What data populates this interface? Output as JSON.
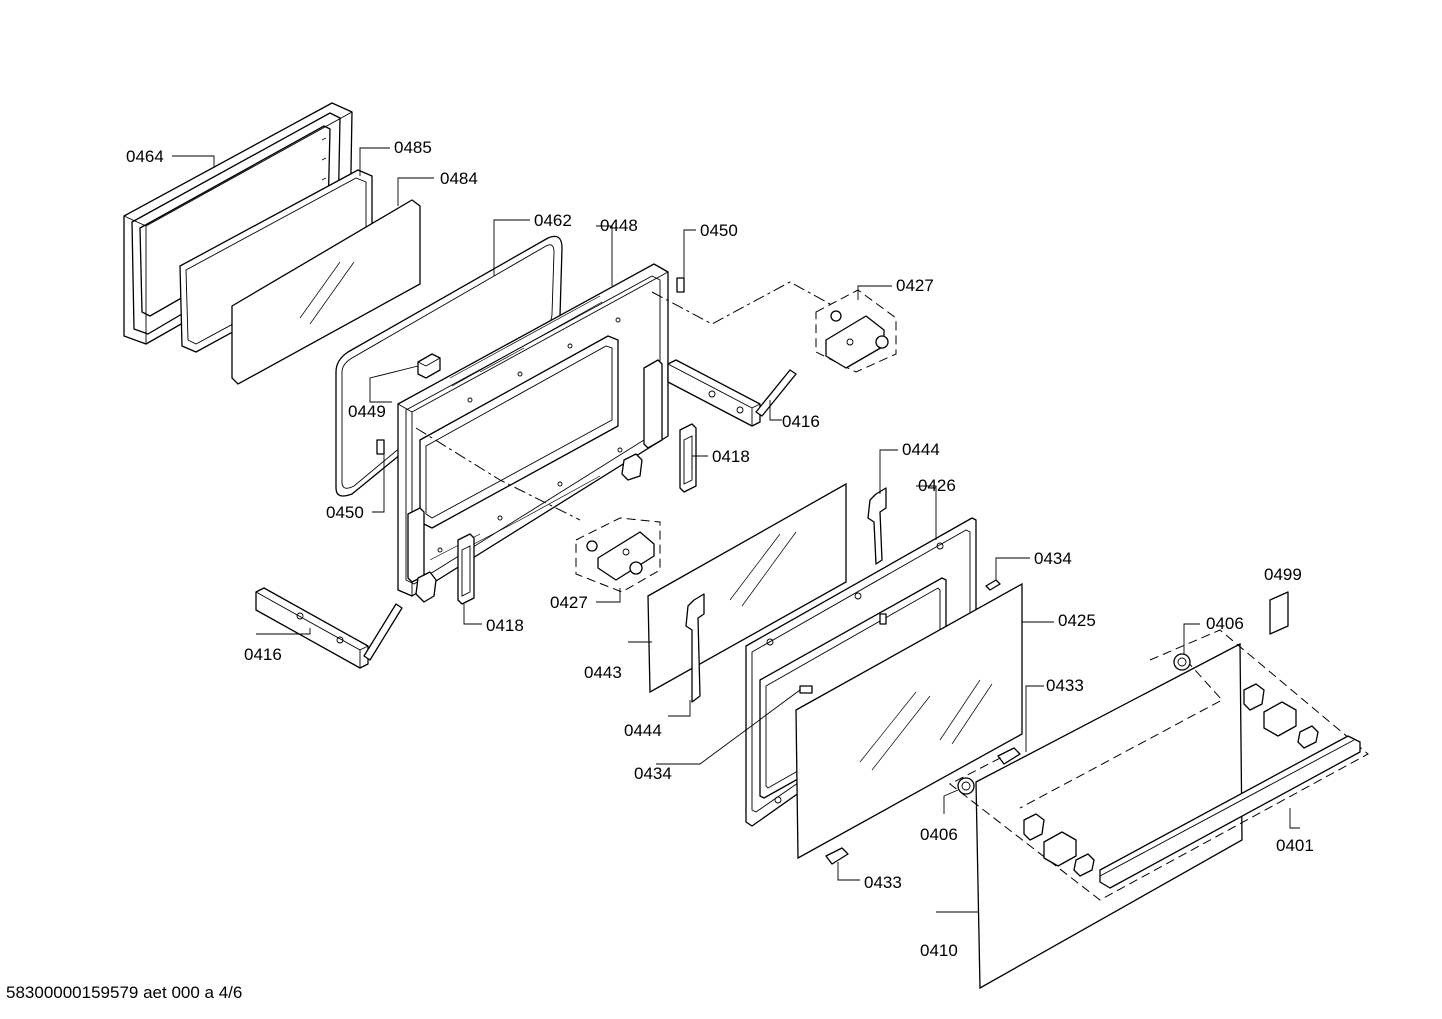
{
  "callouts": [
    {
      "id": "c0464",
      "text": "0464"
    },
    {
      "id": "c0485",
      "text": "0485"
    },
    {
      "id": "c0484",
      "text": "0484"
    },
    {
      "id": "c0462",
      "text": "0462"
    },
    {
      "id": "c0448",
      "text": "0448"
    },
    {
      "id": "c0450a",
      "text": "0450"
    },
    {
      "id": "c0427a",
      "text": "0427"
    },
    {
      "id": "c0449",
      "text": "0449"
    },
    {
      "id": "c0416a",
      "text": "0416"
    },
    {
      "id": "c0418a",
      "text": "0418"
    },
    {
      "id": "c0450b",
      "text": "0450"
    },
    {
      "id": "c0444a",
      "text": "0444"
    },
    {
      "id": "c0426",
      "text": "0426"
    },
    {
      "id": "c0434a",
      "text": "0434"
    },
    {
      "id": "c0499",
      "text": "0499"
    },
    {
      "id": "c0427b",
      "text": "0427"
    },
    {
      "id": "c0418b",
      "text": "0418"
    },
    {
      "id": "c0416b",
      "text": "0416"
    },
    {
      "id": "c0425",
      "text": "0425"
    },
    {
      "id": "c0406a",
      "text": "0406"
    },
    {
      "id": "c0443",
      "text": "0443"
    },
    {
      "id": "c0433a",
      "text": "0433"
    },
    {
      "id": "c0444b",
      "text": "0444"
    },
    {
      "id": "c0434b",
      "text": "0434"
    },
    {
      "id": "c0406b",
      "text": "0406"
    },
    {
      "id": "c0401",
      "text": "0401"
    },
    {
      "id": "c0433b",
      "text": "0433"
    },
    {
      "id": "c0410",
      "text": "0410"
    }
  ],
  "footer": {
    "doc_id": "58300000159579 aet 000 a 4/6"
  }
}
